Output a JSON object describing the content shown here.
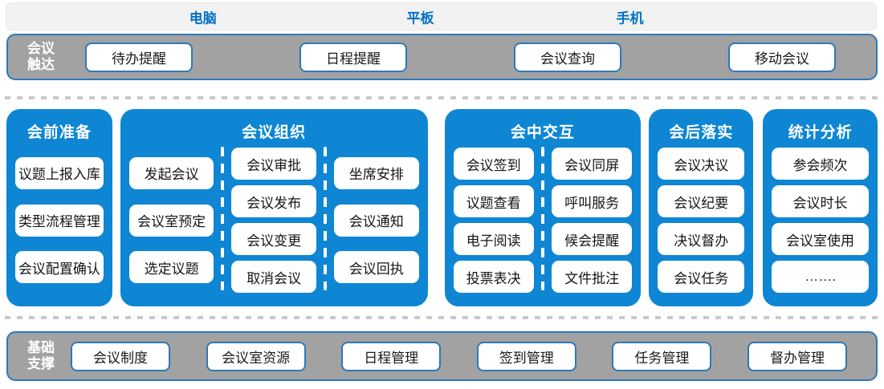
{
  "colors": {
    "phase_blue": "#0e86d4",
    "device_label_blue": "#0072c6",
    "bar_gray": "#a2a2a2",
    "bar_border_blue": "#2e78b8",
    "strip_bg": "#f2f2f3",
    "dash_gray": "#c9c9c9"
  },
  "devices": [
    {
      "label": "电脑"
    },
    {
      "label": "平板"
    },
    {
      "label": "手机"
    }
  ],
  "reach_bar": {
    "title_line1": "会议",
    "title_line2": "触达",
    "items": [
      "待办提醒",
      "日程提醒",
      "会议查询",
      "移动会议"
    ]
  },
  "phases": [
    {
      "title": "会前准备",
      "groups": [
        [
          "议题上报入库",
          "类型流程管理",
          "会议配置确认"
        ]
      ]
    },
    {
      "title": "会议组织",
      "groups": [
        [
          "发起会议",
          "会议室预定",
          "选定议题"
        ],
        [
          "会议审批",
          "会议发布",
          "会议变更",
          "取消会议"
        ],
        [
          "坐席安排",
          "会议通知",
          "会议回执"
        ]
      ]
    },
    {
      "title": "会中交互",
      "groups": [
        [
          "会议签到",
          "议题查看",
          "电子阅读",
          "投票表决"
        ],
        [
          "会议同屏",
          "呼叫服务",
          "候会提醒",
          "文件批注"
        ]
      ]
    },
    {
      "title": "会后落实",
      "groups": [
        [
          "会议决议",
          "会议纪要",
          "决议督办",
          "会议任务"
        ]
      ]
    },
    {
      "title": "统计分析",
      "groups": [
        [
          "参会频次",
          "会议时长",
          "会议室使用",
          "……."
        ]
      ]
    }
  ],
  "foundation_bar": {
    "title_line1": "基础",
    "title_line2": "支撑",
    "items": [
      "会议制度",
      "会议室资源",
      "日程管理",
      "签到管理",
      "任务管理",
      "督办管理"
    ]
  }
}
